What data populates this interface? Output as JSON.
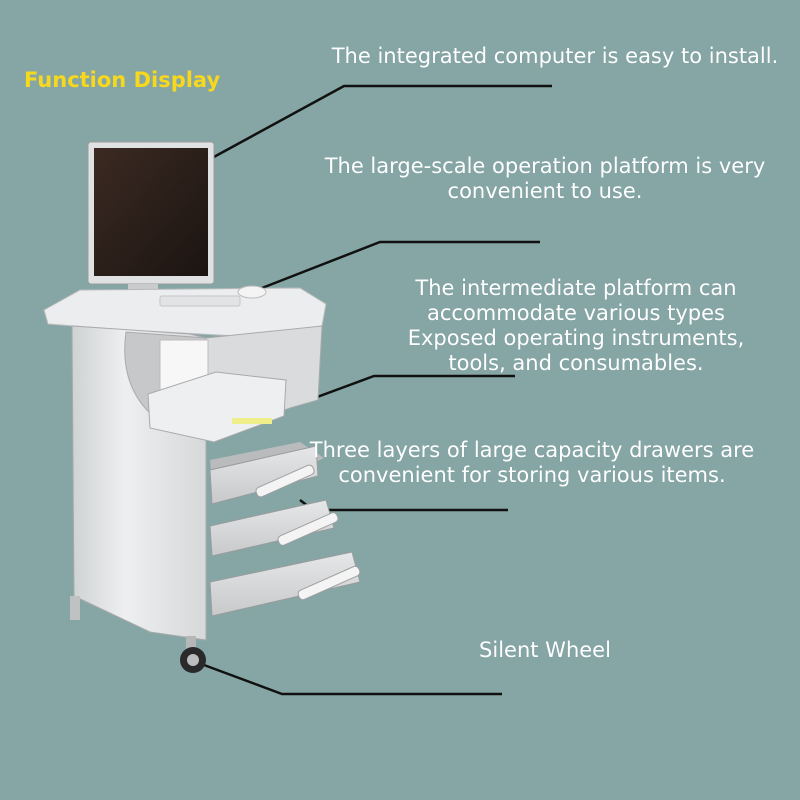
{
  "heading": "Function Display",
  "captions": [
    "The integrated computer is easy to install.",
    "The large-scale operation platform is very\nconvenient to use.",
    "The intermediate platform can\naccommodate various types\nExposed operating instruments,\ntools, and consumables.",
    "Three layers of large capacity drawers are\nconvenient for storing various items.",
    "Silent Wheel"
  ],
  "colors": {
    "background": "#86a6a6",
    "heading": "#f7d81c",
    "caption": "#ffffff",
    "leader_line": "#111111"
  },
  "icons": [
    "cart-illustration"
  ]
}
